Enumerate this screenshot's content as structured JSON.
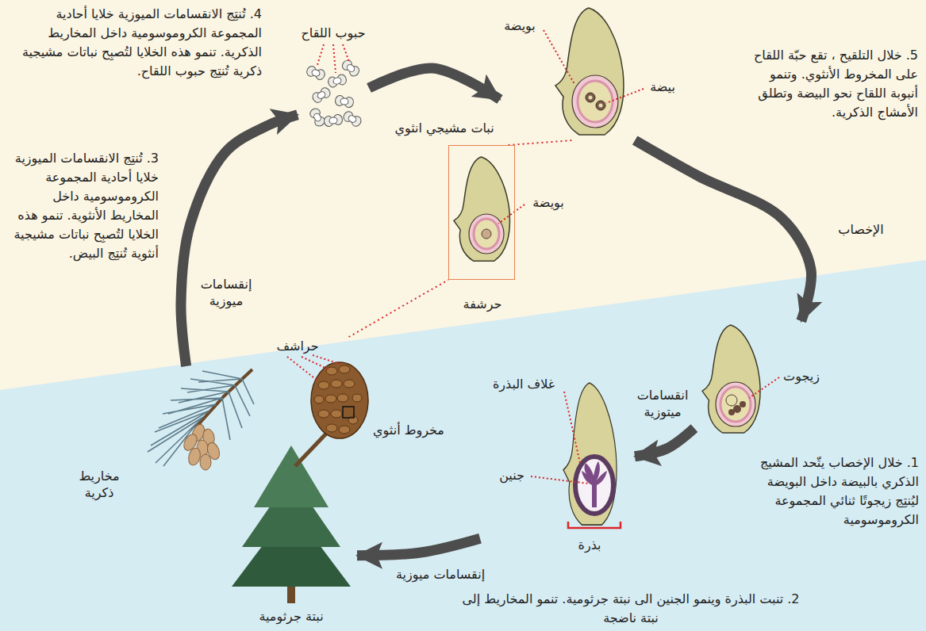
{
  "diagram": {
    "nodes": [
      {
        "text": [
          "حبوب اللقاح"
        ]
      },
      {
        "text": [
          "بويضة",
          "بيضة"
        ]
      },
      {
        "text": [
          "بويضة",
          "حرشفة"
        ]
      },
      {
        "text": [
          "زيجوت"
        ]
      },
      {
        "text": [
          "غلاف البذرة",
          "جنين",
          "بذرة"
        ]
      },
      {
        "text": [
          "نبتة جرثومية"
        ]
      },
      {
        "text": [
          "حراشف",
          "مخروط أنثوي"
        ]
      },
      {
        "text": [
          "مخاريط ذكرية"
        ]
      }
    ],
    "edges": [
      {
        "from": 7,
        "to": 0,
        "arrow": "to",
        "label": "إنقسامات ميوزية"
      },
      {
        "from": 0,
        "to": 1,
        "arrow": "to"
      },
      {
        "from": 1,
        "to": 3,
        "arrow": "to",
        "label": "الإخصاب"
      },
      {
        "from": 3,
        "to": 4,
        "arrow": "to",
        "label": "انقسامات ميتوزية"
      },
      {
        "from": 4,
        "to": 5,
        "arrow": "to",
        "label": "إنقسامات ميوزية"
      },
      {
        "from": 6,
        "to": 2,
        "arrow": "none"
      },
      {
        "from": 2,
        "to": 1,
        "arrow": "none"
      }
    ],
    "labels": [
      "4. تُنتِج الانقسامات الميوزية خلايا أحادية المجموعة الكروموسومية داخل المخاريط الذكرية. تنمو هذه الخلايا لتُصبِح نباتات مشيجية ذكرية تُنتِج حبوب اللقاح.",
      "نبات مشيجي انثوي",
      "3. تُنتِج الانقسامات الميوزية خلايا أحادية المجموعة الكروموسومية داخل المخاريط الأنثوية. تنمو هذه الخلايا لتُصبِح نباتات مشيجية أنثوية تُنتِج البيض.",
      "5. خلال التلقيح ، تقع حبّة اللقاح على المخروط الأنثوي. وتنمو أنبوبة اللقاح نحو البيضة وتطلق الأمشاج الذكرية.",
      "1. خلال الإخصاب يتّحد المشيج الذكري بالبيضة داخل البويضة ليُنتِج زيجوتًا ثنائي المجموعة الكروموسومية",
      "2. تنبت البذرة وينمو الجنين الى نبتة جرثومية. تنمو المخاريط إلى نبتة ناضجة"
    ]
  }
}
